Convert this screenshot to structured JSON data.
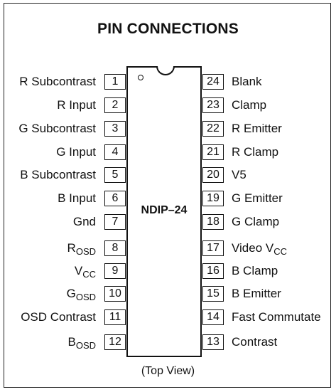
{
  "title": "PIN CONNECTIONS",
  "package_label": "NDIP–24",
  "footer": "(Top View)",
  "left_pins": [
    {
      "number": "1",
      "main": "R Subcontrast",
      "sub": ""
    },
    {
      "number": "2",
      "main": "R Input",
      "sub": ""
    },
    {
      "number": "3",
      "main": "G Subcontrast",
      "sub": ""
    },
    {
      "number": "4",
      "main": "G Input",
      "sub": ""
    },
    {
      "number": "5",
      "main": "B Subcontrast",
      "sub": ""
    },
    {
      "number": "6",
      "main": "B Input",
      "sub": ""
    },
    {
      "number": "7",
      "main": "Gnd",
      "sub": ""
    },
    {
      "number": "8",
      "main": "R",
      "sub": "OSD"
    },
    {
      "number": "9",
      "main": "V",
      "sub": "CC"
    },
    {
      "number": "10",
      "main": "G",
      "sub": "OSD"
    },
    {
      "number": "11",
      "main": "OSD Contrast",
      "sub": ""
    },
    {
      "number": "12",
      "main": "B",
      "sub": "OSD"
    }
  ],
  "right_pins": [
    {
      "number": "24",
      "main": "Blank",
      "sub": ""
    },
    {
      "number": "23",
      "main": "Clamp",
      "sub": ""
    },
    {
      "number": "22",
      "main": "R Emitter",
      "sub": ""
    },
    {
      "number": "21",
      "main": "R Clamp",
      "sub": ""
    },
    {
      "number": "20",
      "main": "V5",
      "sub": ""
    },
    {
      "number": "19",
      "main": "G Emitter",
      "sub": ""
    },
    {
      "number": "18",
      "main": "G Clamp",
      "sub": ""
    },
    {
      "number": "17",
      "main": "Video V",
      "sub": "CC"
    },
    {
      "number": "16",
      "main": "B Clamp",
      "sub": ""
    },
    {
      "number": "15",
      "main": "B Emitter",
      "sub": ""
    },
    {
      "number": "14",
      "main": "Fast Commutate",
      "sub": ""
    },
    {
      "number": "13",
      "main": "Contrast",
      "sub": ""
    }
  ]
}
